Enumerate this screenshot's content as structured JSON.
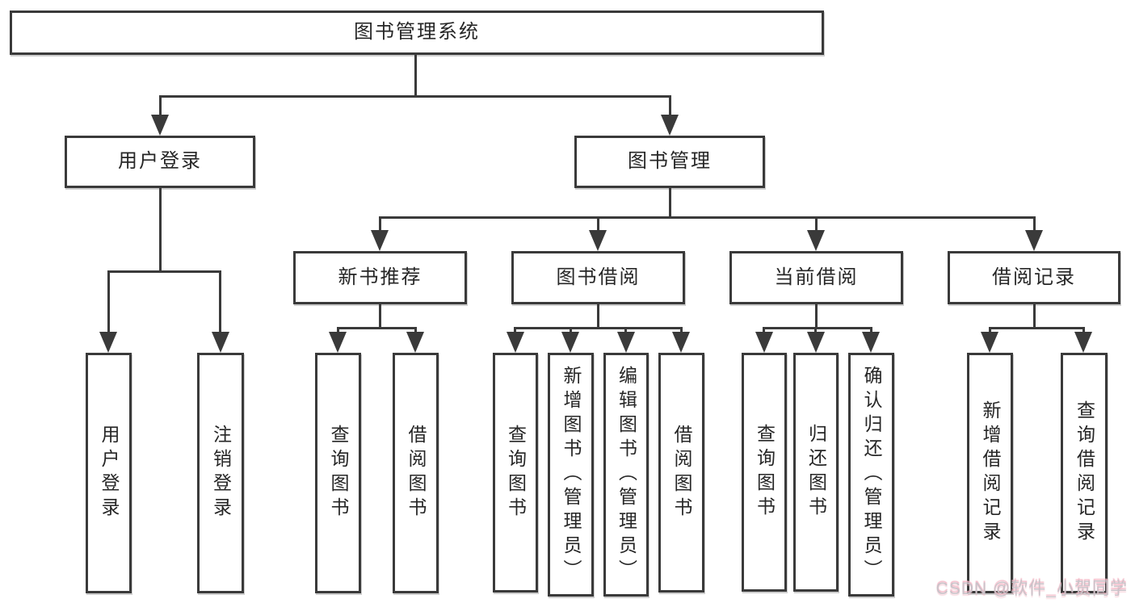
{
  "tree": {
    "root": {
      "label": "图书管理系统",
      "children": [
        {
          "label": "用户登录",
          "children": [
            {
              "label": "用户登录"
            },
            {
              "label": "注销登录"
            }
          ]
        },
        {
          "label": "图书管理",
          "children": [
            {
              "label": "新书推荐",
              "children": [
                {
                  "label": "查询图书"
                },
                {
                  "label": "借阅图书"
                }
              ]
            },
            {
              "label": "图书借阅",
              "children": [
                {
                  "label": "查询图书"
                },
                {
                  "label": "新增图书（管理员）"
                },
                {
                  "label": "编辑图书（管理员）"
                },
                {
                  "label": "借阅图书"
                }
              ]
            },
            {
              "label": "当前借阅",
              "children": [
                {
                  "label": "查询图书"
                },
                {
                  "label": "归还图书"
                },
                {
                  "label": "确认归还（管理员）"
                }
              ]
            },
            {
              "label": "借阅记录",
              "children": [
                {
                  "label": "新增借阅记录"
                },
                {
                  "label": "查询借阅记录"
                }
              ]
            }
          ]
        }
      ]
    }
  },
  "watermark": {
    "text": "CSDN @软件_小贺同学"
  },
  "colors": {
    "line": "#3a3a3a",
    "text": "#262626",
    "watermark": "#c9c3c9",
    "watermark_halo": "#f3b9c7"
  }
}
